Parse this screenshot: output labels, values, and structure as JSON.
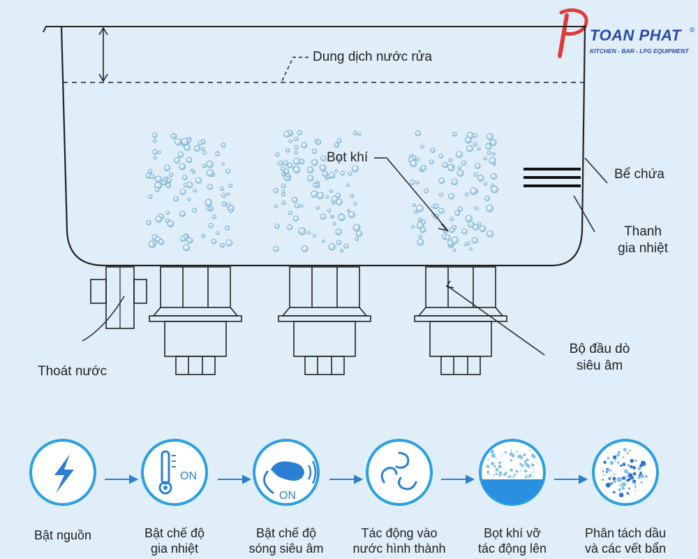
{
  "brand": {
    "name": "TOAN PHAT",
    "reg": "®",
    "tagline": "KITCHEN - BAR - LPG EQUIPMENT"
  },
  "labels": {
    "solution": "Dung dịch nước rửa",
    "bubbles": "Bọt khí",
    "tank": "Bể chứa",
    "heater_line1": "Thanh",
    "heater_line2": "gia nhiệt",
    "transducer_line1": "Bộ đầu dò",
    "transducer_line2": "siêu âm",
    "drain": "Thoát nước"
  },
  "icon_text": {
    "on1": "ON",
    "on2": "ON"
  },
  "steps": [
    {
      "icon": "lightning-icon",
      "line1": "Bật nguồn",
      "line2": ""
    },
    {
      "icon": "thermometer-icon",
      "line1": "Bật chế độ",
      "line2": "gia nhiệt"
    },
    {
      "icon": "ultrasonic-horn-icon",
      "line1": "Bật chế độ",
      "line2": "sóng siêu âm"
    },
    {
      "icon": "swirl-icon",
      "line1": "Tác động vào",
      "line2": "nước hình thành"
    },
    {
      "icon": "bursting-bubbles-icon",
      "line1": "Bọt khí vỡ",
      "line2": "tác động lên"
    },
    {
      "icon": "dirt-particles-icon",
      "line1": "Phân tách dầu",
      "line2": "và các vết bẩn"
    }
  ],
  "colors": {
    "background": "#dfeef8",
    "line": "#222222",
    "accent": "#2b9fe0",
    "brand_red": "#e03a3a",
    "brand_blue": "#2a4aa8"
  }
}
